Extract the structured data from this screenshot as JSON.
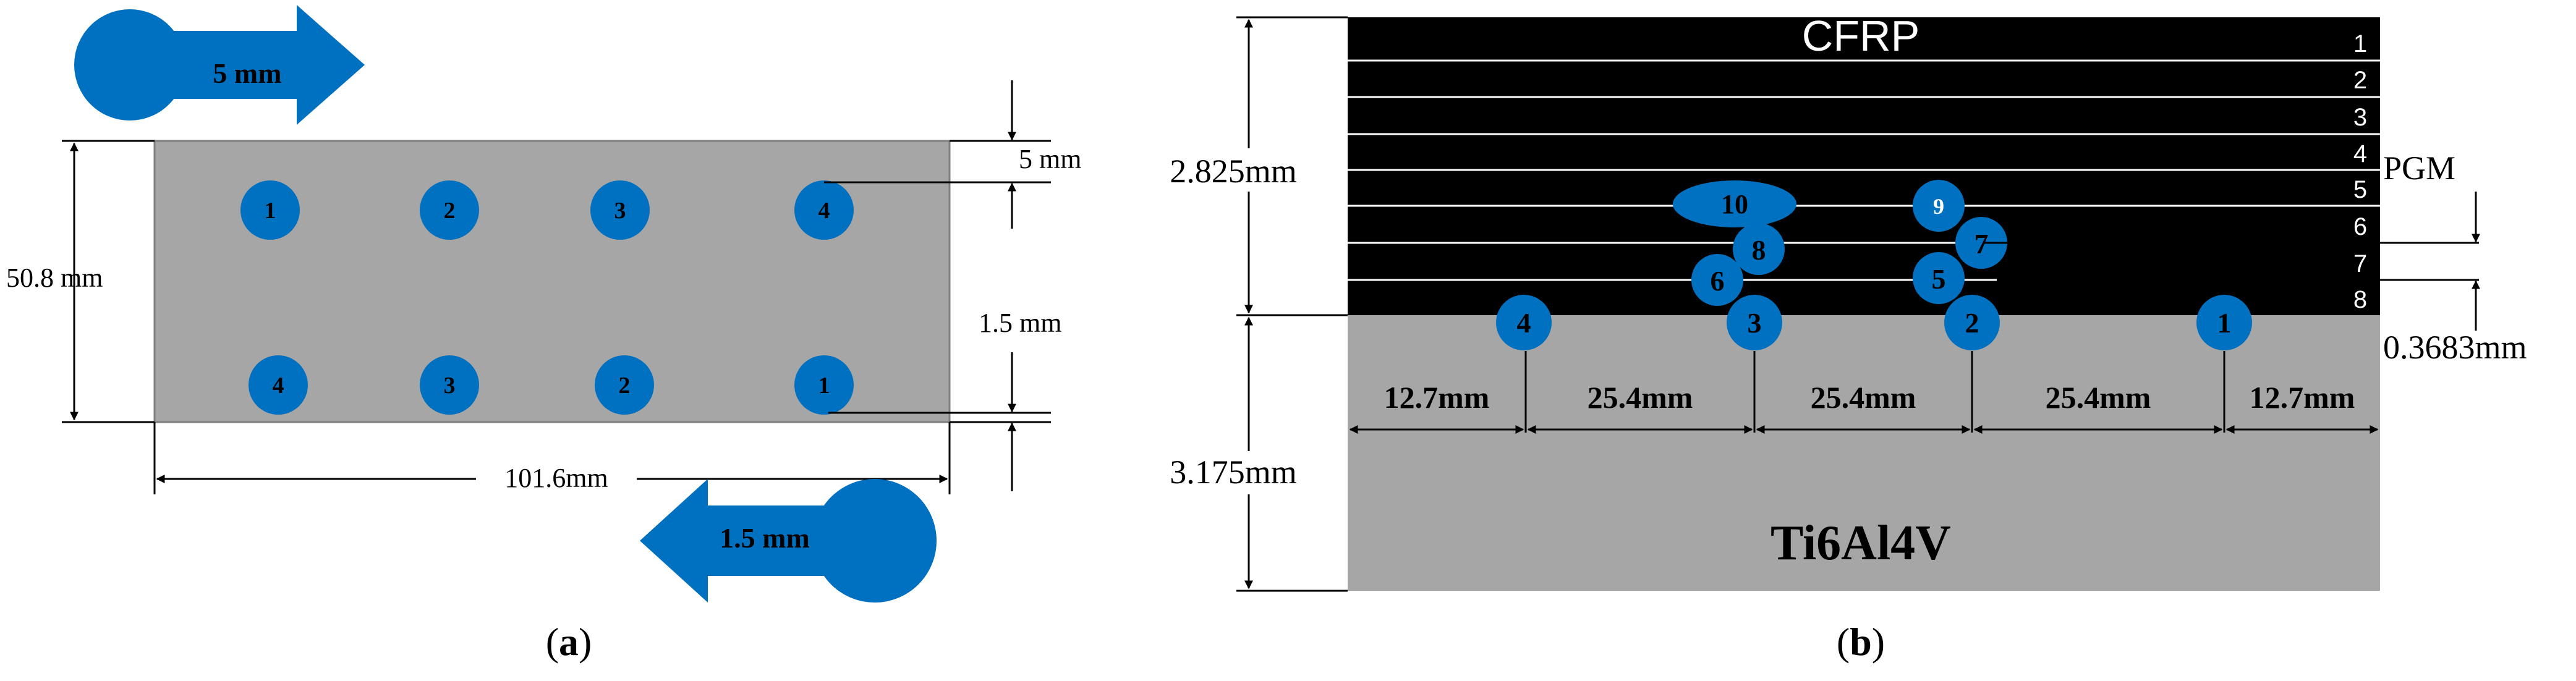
{
  "panel_a": {
    "caption_open": "(",
    "caption_letter": "a",
    "caption_close": ")",
    "arrow_top_label": "5 mm",
    "arrow_bottom_label": "1.5 mm",
    "dim_height": "50.8 mm",
    "dim_width": "101.6mm",
    "dim_top_offset": "5 mm",
    "dim_bottom_offset": "1.5 mm",
    "top_row": [
      "1",
      "2",
      "3",
      "4"
    ],
    "bottom_row": [
      "4",
      "3",
      "2",
      "1"
    ]
  },
  "panel_b": {
    "caption_open": "(",
    "caption_letter": "b",
    "caption_close": ")",
    "cfrp_label": "CFRP",
    "ti_label": "Ti6Al4V",
    "pgm_label": "PGM",
    "dim_cfrp": "2.825mm",
    "dim_ti": "3.175mm",
    "dim_ply": "0.3683mm",
    "plies": [
      "1",
      "2",
      "3",
      "4",
      "5",
      "6",
      "7",
      "8"
    ],
    "spacings": [
      "12.7mm",
      "25.4mm",
      "25.4mm",
      "25.4mm",
      "12.7mm"
    ],
    "interface_points": [
      "4",
      "3",
      "2",
      "1"
    ],
    "inner_points": [
      "10",
      "9",
      "8",
      "7",
      "6",
      "5"
    ]
  },
  "colors": {
    "marker_blue": "#0070c0",
    "plate_gray": "#a6a6a6",
    "cfrp_black": "#000000"
  }
}
